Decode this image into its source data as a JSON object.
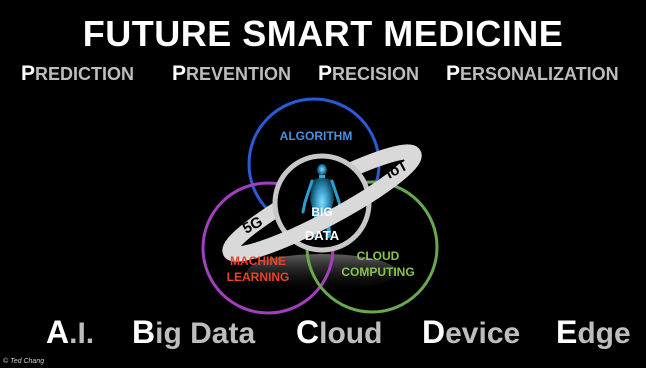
{
  "slide": {
    "title": "FUTURE SMART MEDICINE",
    "principles": [
      {
        "first": "P",
        "rest": "REDICTION"
      },
      {
        "first": "P",
        "rest": "REVENTION"
      },
      {
        "first": "P",
        "rest": "RECISION"
      },
      {
        "first": "P",
        "rest": "ERSONALIZATION"
      }
    ],
    "diagram": {
      "circles": [
        {
          "label": "ALGORITHM",
          "color": "#2a5bd7"
        },
        {
          "label_line1": "MACHINE",
          "label_line2": "LEARNING",
          "color": "#a23fbf"
        },
        {
          "label_line1": "CLOUD",
          "label_line2": "COMPUTING",
          "color": "#6aa84f"
        }
      ],
      "center_line1": "BIG",
      "center_line2": "DATA",
      "ring_left_label": "5G",
      "ring_right_label": "IoT",
      "center_icon": "human-body-scan-icon"
    },
    "keywords": [
      {
        "first": "A",
        "rest": ".I."
      },
      {
        "first": "B",
        "rest": "ig Data"
      },
      {
        "first": "C",
        "rest": "loud"
      },
      {
        "first": "D",
        "rest": "evice"
      },
      {
        "first": "E",
        "rest": "dge"
      }
    ],
    "credit": "© Ted Chang"
  },
  "colors": {
    "background": "#000000",
    "algorithm_text": "#4a90e2",
    "ml_text": "#e8452c",
    "cloud_text": "#8bc34a",
    "ring": "#d9d9d9"
  }
}
